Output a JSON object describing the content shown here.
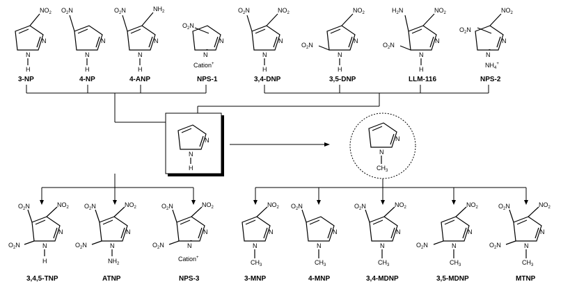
{
  "diagram": {
    "top_compounds": [
      {
        "name": "3-NP",
        "substituents": [
          {
            "pos": "C3",
            "text": "NO",
            "sub": "2"
          }
        ],
        "nh": "H"
      },
      {
        "name": "4-NP",
        "substituents": [
          {
            "pos": "C4",
            "text": "O",
            "pre": "O",
            "sub": "2",
            "full": "O2N"
          }
        ],
        "nh": "H"
      },
      {
        "name": "4-ANP",
        "substituents": [
          {
            "pos": "C4",
            "text": "O2N"
          },
          {
            "pos": "C3",
            "text": "NH2"
          }
        ],
        "nh": "H"
      },
      {
        "name": "NPS-1",
        "substituents": [
          {
            "pos": "C4",
            "text": "O2N"
          }
        ],
        "nh": "Cation+"
      },
      {
        "name": "3,4-DNP",
        "substituents": [
          {
            "pos": "C4",
            "text": "O2N"
          },
          {
            "pos": "C3",
            "text": "NO2"
          }
        ],
        "nh": "H"
      },
      {
        "name": "3,5-DNP",
        "substituents": [
          {
            "pos": "C3",
            "text": "NO2"
          },
          {
            "pos": "C5",
            "text": "O2N"
          }
        ],
        "nh": "H"
      },
      {
        "name": "LLM-116",
        "substituents": [
          {
            "pos": "C4",
            "text": "H2N"
          },
          {
            "pos": "C3",
            "text": "NO2"
          },
          {
            "pos": "C5",
            "text": "O2N"
          }
        ],
        "nh": "H"
      },
      {
        "name": "NPS-2",
        "substituents": [
          {
            "pos": "C4",
            "text": "O2N"
          },
          {
            "pos": "C3",
            "text": "NO2"
          }
        ],
        "nh": "NH4+"
      }
    ],
    "bottom_compounds": [
      {
        "name": "3,4,5-TNP"
      },
      {
        "name": "ATNP"
      },
      {
        "name": "NPS-3"
      },
      {
        "name": "3-MNP"
      },
      {
        "name": "4-MNP"
      },
      {
        "name": "3,4-MDNP"
      },
      {
        "name": "3,5-MDNP"
      },
      {
        "name": "MTNP"
      }
    ],
    "atom_labels": {
      "n": "N",
      "h": "H",
      "no2_main": "NO",
      "no2_sub": "2",
      "o2n_o": "O",
      "o2n_n": "N",
      "o2n_sub": "2",
      "nh2_main": "NH",
      "nh2_sub": "2",
      "h2n_h": "H",
      "h2n_n": "N",
      "h2n_sub": "2",
      "ch3_main": "CH",
      "ch3_sub": "3",
      "cation": "Cation",
      "plus": "+",
      "minus": "-",
      "nh4_main": "NH",
      "nh4_sub": "4",
      "center_h": "H",
      "right_ch3": "CH"
    }
  }
}
